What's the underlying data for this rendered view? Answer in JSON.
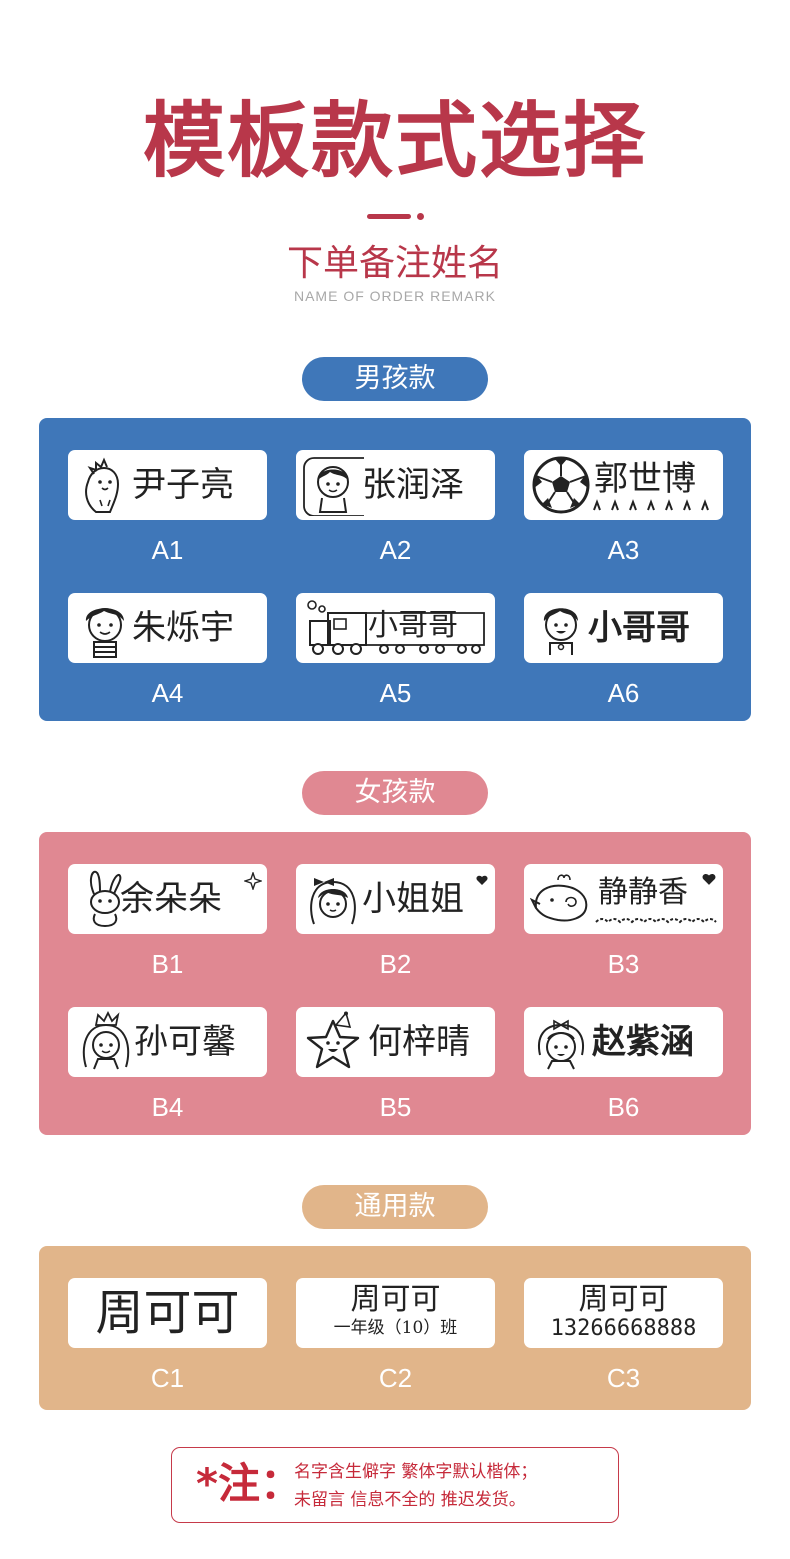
{
  "header": {
    "title": "模板款式选择",
    "subtitle": "下单备注姓名",
    "subtitle_en": "NAME OF ORDER REMARK"
  },
  "colors": {
    "accent": "#b8374a",
    "boy": "#3f77b9",
    "girl": "#e08892",
    "common": "#e1b58a"
  },
  "boys": {
    "label": "男孩款",
    "items": [
      {
        "code": "A1",
        "name": "尹子亮",
        "icon": "dinosaur-icon"
      },
      {
        "code": "A2",
        "name": "张润泽",
        "icon": "boy-face-icon"
      },
      {
        "code": "A3",
        "name": "郭世博",
        "icon": "soccer-ball-icon"
      },
      {
        "code": "A4",
        "name": "朱烁宇",
        "icon": "boy-icon"
      },
      {
        "code": "A5",
        "name": "小哥哥",
        "icon": "train-icon"
      },
      {
        "code": "A6",
        "name": "小哥哥",
        "icon": "boy-smile-icon"
      }
    ]
  },
  "girls": {
    "label": "女孩款",
    "items": [
      {
        "code": "B1",
        "name": "余朵朵",
        "icon": "bunny-icon"
      },
      {
        "code": "B2",
        "name": "小姐姐",
        "icon": "girl-bow-icon"
      },
      {
        "code": "B3",
        "name": "静静香",
        "icon": "whale-icon"
      },
      {
        "code": "B4",
        "name": "孙可馨",
        "icon": "princess-icon"
      },
      {
        "code": "B5",
        "name": "何梓晴",
        "icon": "star-icon"
      },
      {
        "code": "B6",
        "name": "赵紫涵",
        "icon": "girl-face-icon"
      }
    ]
  },
  "common": {
    "label": "通用款",
    "items": [
      {
        "code": "C1",
        "name": "周可可",
        "extra": ""
      },
      {
        "code": "C2",
        "name": "周可可",
        "extra": "一年级（10）班"
      },
      {
        "code": "C3",
        "name": "周可可",
        "extra": "13266668888"
      }
    ]
  },
  "note": {
    "mark": "*注：",
    "line1": "名字含生僻字 繁体字默认楷体；",
    "line2": "未留言 信息不全的 推迟发货。"
  }
}
